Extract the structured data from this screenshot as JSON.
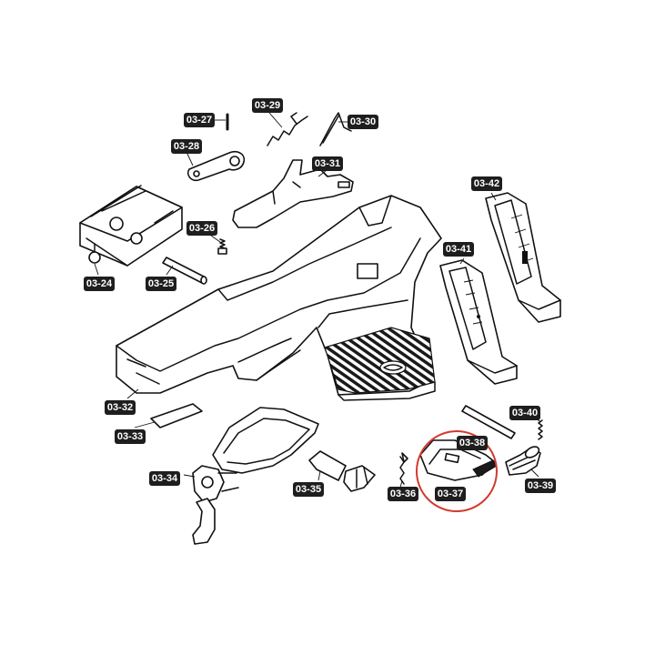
{
  "highlight_color": "#d23a2e",
  "label_color": "#1e1e1e",
  "parts": [
    {
      "id": "p24",
      "label": "03-24"
    },
    {
      "id": "p25",
      "label": "03-25"
    },
    {
      "id": "p26",
      "label": "03-26"
    },
    {
      "id": "p27",
      "label": "03-27"
    },
    {
      "id": "p28",
      "label": "03-28"
    },
    {
      "id": "p29",
      "label": "03-29"
    },
    {
      "id": "p30",
      "label": "03-30"
    },
    {
      "id": "p31",
      "label": "03-31"
    },
    {
      "id": "p32",
      "label": "03-32"
    },
    {
      "id": "p33",
      "label": "03-33"
    },
    {
      "id": "p34",
      "label": "03-34"
    },
    {
      "id": "p35",
      "label": "03-35"
    },
    {
      "id": "p36",
      "label": "03-36"
    },
    {
      "id": "p37",
      "label": "03-37"
    },
    {
      "id": "p38",
      "label": "03-38"
    },
    {
      "id": "p39",
      "label": "03-39"
    },
    {
      "id": "p40",
      "label": "03-40"
    },
    {
      "id": "p41",
      "label": "03-41"
    },
    {
      "id": "p42",
      "label": "03-42"
    }
  ],
  "highlighted_part": "03-37"
}
